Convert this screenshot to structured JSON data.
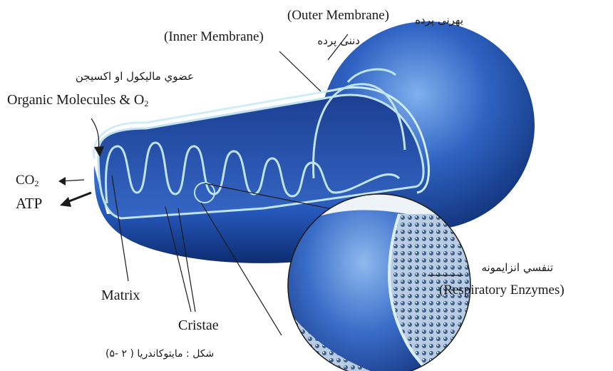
{
  "figure": {
    "labels": {
      "outer_membrane_ps": "بهرنی پرده",
      "outer_membrane_en": "Outer Membrane",
      "inner_membrane_ps": "دننی پرده",
      "inner_membrane_en": "Inner Membrane",
      "organic_ps": "عضوي ماليکول او اکسيجن",
      "organic_en": "Organic Molecules & O",
      "organic_sub": "2",
      "co2_main": "CO",
      "co2_sub": "2",
      "atp": "ATP",
      "matrix": "Matrix",
      "cristae": "Cristae",
      "enzymes_ps": "تنفسي انزايمونه",
      "enzymes_en": "Respiratory Enzymes",
      "caption": "(۵- ۲ ) شکل : مايتوکاندريا"
    },
    "colors": {
      "atp_text": "#e0312b",
      "body_dark": "#0c2a6b",
      "body_mid": "#2456b8",
      "body_light": "#7fb0ee",
      "membrane_line": "#bfe3ef"
    }
  }
}
